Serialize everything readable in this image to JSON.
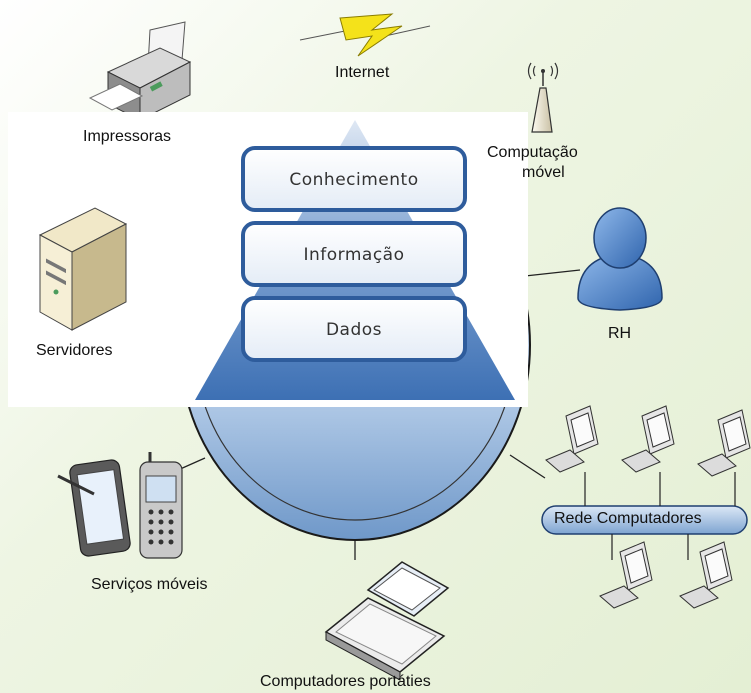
{
  "diagram": {
    "nodes": {
      "internet": "Internet",
      "printers": "Impressoras",
      "mobile_computing_line1": "Computação",
      "mobile_computing_line2": "móvel",
      "servers": "Servidores",
      "hr": "RH",
      "network": "Rede Computadores",
      "mobile_services": "Serviços móveis",
      "laptops": "Computadores portáties"
    },
    "pyramid": {
      "levels": [
        "Conhecimento",
        "Informação",
        "Dados"
      ]
    },
    "colors": {
      "hub": "#a9c4e4",
      "pyramid": "#4a7bbd",
      "lightning": "#f2e018",
      "person": "#4f86cc",
      "network_bus": "#9fbddf"
    }
  }
}
